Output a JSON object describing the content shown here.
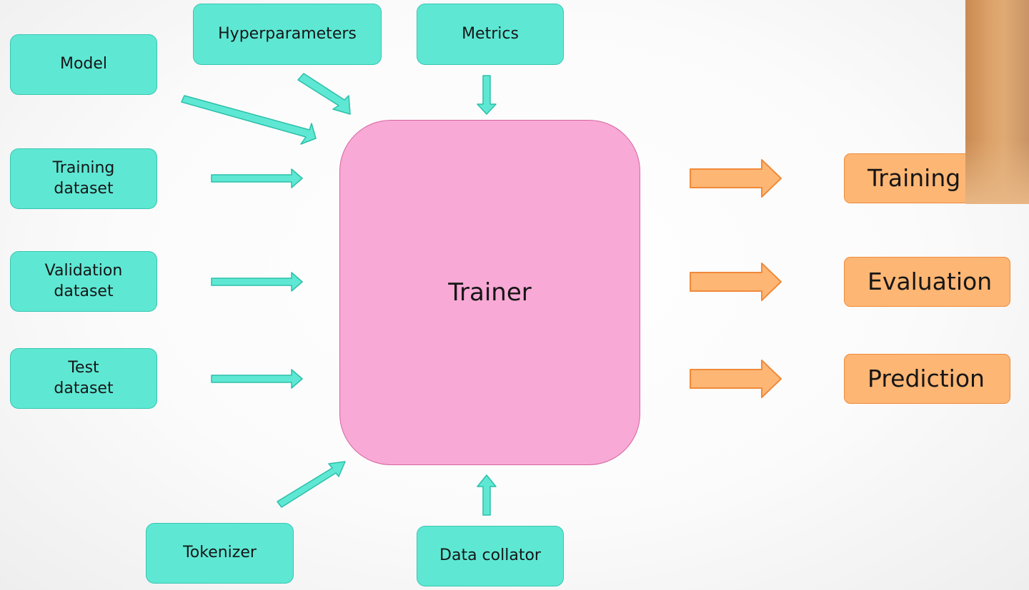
{
  "inputs": {
    "model": "Model",
    "training_dataset": "Training\ndataset",
    "validation_dataset": "Validation\ndataset",
    "test_dataset": "Test\ndataset",
    "hyperparameters": "Hyperparameters",
    "metrics": "Metrics",
    "tokenizer": "Tokenizer",
    "data_collator": "Data collator"
  },
  "center": {
    "trainer": "Trainer"
  },
  "outputs": {
    "training": "Training",
    "evaluation": "Evaluation",
    "prediction": "Prediction"
  },
  "colors": {
    "input_fill": "#5ee8d4",
    "input_border": "#37c6b2",
    "trainer_fill": "#f8a9d5",
    "trainer_border": "#d6649f",
    "output_fill": "#fdb674",
    "output_border": "#f08a3a"
  }
}
